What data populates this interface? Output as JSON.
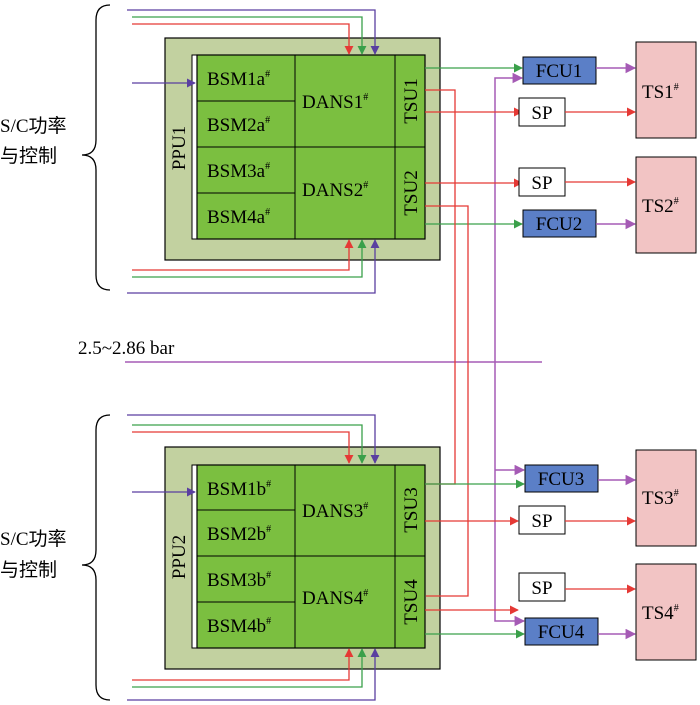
{
  "colors": {
    "red": "#e53935",
    "green": "#3aa04a",
    "purple": "#5a3fa0",
    "magenta": "#a55bb5",
    "ppu_fill": "#c2d1a0",
    "module_fill": "#7bbf40",
    "fcu_fill": "#5b7fc7",
    "ts_fill": "#f2c4c4"
  },
  "labels": {
    "sc_control": [
      "S/C功率",
      "与控制"
    ],
    "pressure": "2.5~2.86 bar",
    "sup": "#"
  },
  "ppu1": {
    "name": "PPU1",
    "bsm": [
      "BSM1a",
      "BSM2a",
      "BSM3a",
      "BSM4a"
    ],
    "dans": [
      "DANS1",
      "DANS2"
    ],
    "tsu": [
      "TSU1",
      "TSU2"
    ]
  },
  "ppu2": {
    "name": "PPU2",
    "bsm": [
      "BSM1b",
      "BSM2b",
      "BSM3b",
      "BSM4b"
    ],
    "dans": [
      "DANS3",
      "DANS4"
    ],
    "tsu": [
      "TSU3",
      "TSU4"
    ]
  },
  "right_side": {
    "fcu": [
      "FCU1",
      "FCU2",
      "FCU3",
      "FCU4"
    ],
    "sp": [
      "SP",
      "SP",
      "SP",
      "SP"
    ],
    "ts": [
      "TS1",
      "TS2",
      "TS3",
      "TS4"
    ]
  }
}
